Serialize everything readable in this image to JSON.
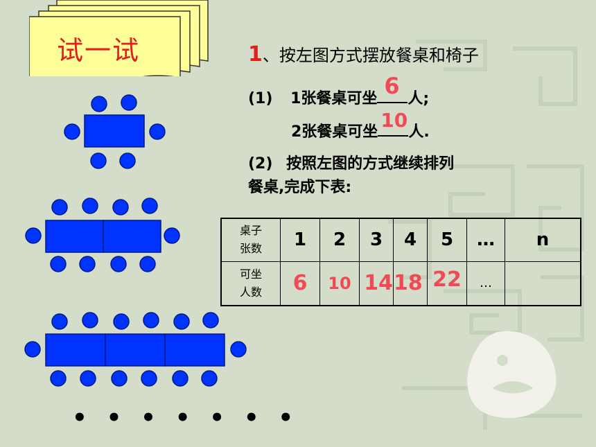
{
  "title": "试一试",
  "heading": {
    "number": "1",
    "text": "、按左图方式摆放餐桌和椅子"
  },
  "q1": {
    "label": "(1)",
    "line1_pre": "1张餐桌可坐",
    "line1_ans": "6",
    "line1_post": "人;",
    "line2_pre": "2张餐桌可坐",
    "line2_ans": "10",
    "line2_post": "人."
  },
  "q2": {
    "label": "(2)",
    "line1": "按照左图的方式继续排列",
    "line2": "餐桌,完成下表:"
  },
  "table": {
    "row1_header": [
      "桌子",
      "张数"
    ],
    "row1_values": [
      "1",
      "2",
      "3",
      "4",
      "5",
      "…",
      "n"
    ],
    "row2_header": [
      "可坐",
      "人数"
    ],
    "row2_values": [
      "6",
      "10",
      "14",
      "18",
      "22",
      "…",
      ""
    ]
  },
  "continuation_dots": "• • • • • • •",
  "colors": {
    "table_blue": "#0033ff",
    "answer_red": "#f04a57",
    "title_red": "#e0201c",
    "card_yellow": "#ffff99"
  }
}
